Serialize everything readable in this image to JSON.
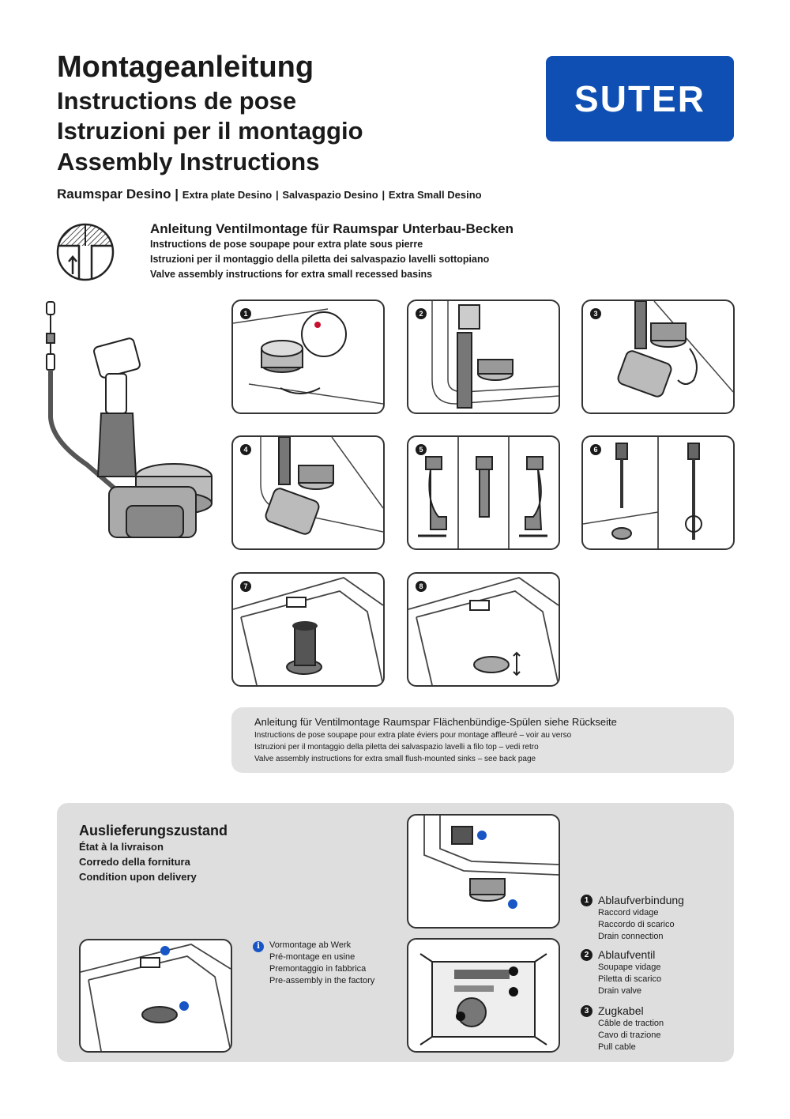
{
  "header": {
    "title_de": "Montageanleitung",
    "title_fr": "Instructions de pose",
    "title_it": "Istruzioni per il montaggio",
    "title_en": "Assembly Instructions",
    "brand": "SUTER",
    "product_de": "Raumspar Desino",
    "sep": "|",
    "product_fr": "Extra plate Desino",
    "product_it": "Salvaspazio Desino",
    "product_en": "Extra Small Desino"
  },
  "intro": {
    "de": "Anleitung Ventilmontage für Raumspar Unterbau-Becken",
    "fr": "Instructions de pose soupape pour extra plate sous pierre",
    "it": "Istruzioni per il montaggio della piletta dei salvaspazio lavelli sottopiano",
    "en": "Valve assembly instructions for extra small recessed basins"
  },
  "steps": [
    "1",
    "2",
    "3",
    "4",
    "5",
    "6",
    "7",
    "8"
  ],
  "note": {
    "de": "Anleitung für Ventilmontage Raumspar Flächenbündige-Spülen siehe Rückseite",
    "fr": "Instructions de pose soupape pour extra plate éviers pour montage affleuré – voir au verso",
    "it": "Istruzioni per il montaggio della piletta dei salvaspazio lavelli a filo top – vedi retro",
    "en": "Valve assembly instructions for extra small flush-mounted sinks – see back page"
  },
  "delivery": {
    "title_de": "Auslieferungszustand",
    "title_fr": "État à la livraison",
    "title_it": "Corredo della fornitura",
    "title_en": "Condition upon delivery",
    "info_icon": "i",
    "info_de": "Vormontage ab Werk",
    "info_fr": "Pré-montage en usine",
    "info_it": "Premontaggio in fabbrica",
    "info_en": "Pre-assembly in the factory"
  },
  "legend": [
    {
      "num": "1",
      "main": "Ablaufverbindung",
      "fr": "Raccord vidage",
      "it": "Raccordo di scarico",
      "en": "Drain connection"
    },
    {
      "num": "2",
      "main": "Ablaufventil",
      "fr": "Soupape vidage",
      "it": "Piletta di scarico",
      "en": "Drain valve"
    },
    {
      "num": "3",
      "main": "Zugkabel",
      "fr": "Câble de traction",
      "it": "Cavo di trazione",
      "en": "Pull cable"
    }
  ],
  "colors": {
    "brand": "#0f4fb3",
    "info": "#1856c6",
    "panel_gray": "#dedede",
    "note_gray": "#e2e2e2"
  }
}
